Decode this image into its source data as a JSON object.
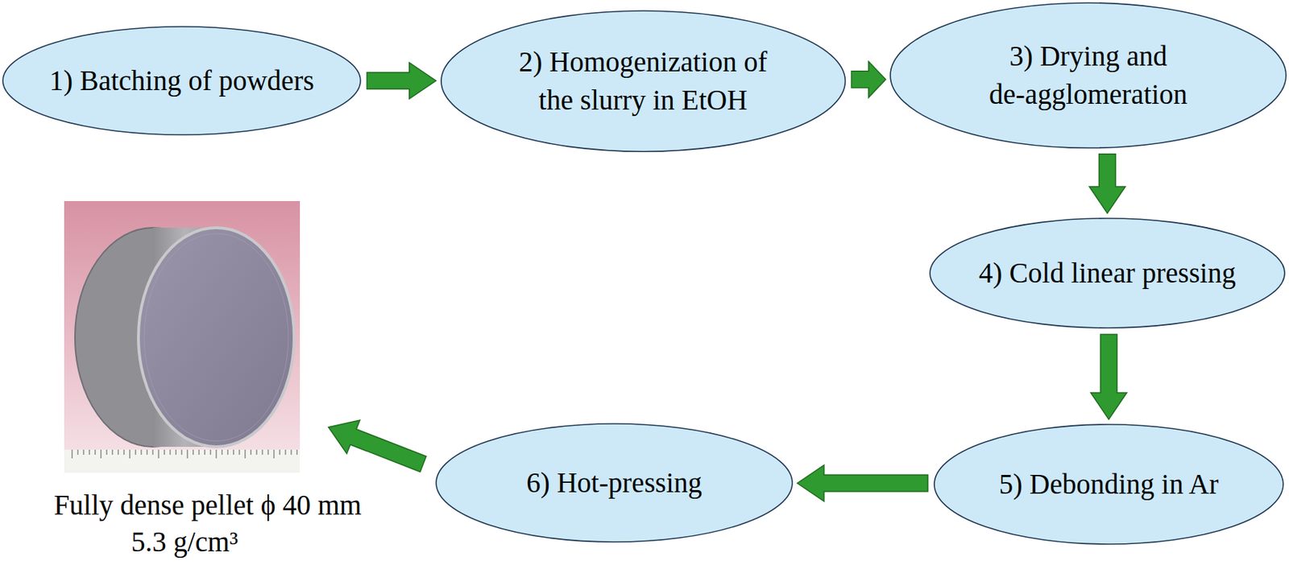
{
  "diagram": {
    "nodes": [
      {
        "text": [
          "1) Batching of powders"
        ]
      },
      {
        "text": [
          "2) Homogenization of the slurry in EtOH"
        ]
      },
      {
        "text": [
          "3) Drying and de-agglomeration"
        ]
      },
      {
        "text": [
          "4) Cold linear pressing"
        ]
      },
      {
        "text": [
          "5) Debonding in Ar"
        ]
      },
      {
        "text": [
          "6) Hot-pressing"
        ]
      }
    ],
    "edges": [
      {
        "from": 0,
        "to": 1,
        "arrow": "to"
      },
      {
        "from": 1,
        "to": 2,
        "arrow": "to"
      },
      {
        "from": 2,
        "to": 3,
        "arrow": "to"
      },
      {
        "from": 3,
        "to": 4,
        "arrow": "to"
      },
      {
        "from": 4,
        "to": 5,
        "arrow": "to"
      }
    ],
    "labels": [
      "Fully dense pellet ϕ 40 mm",
      "5.3 g/cm³"
    ]
  }
}
